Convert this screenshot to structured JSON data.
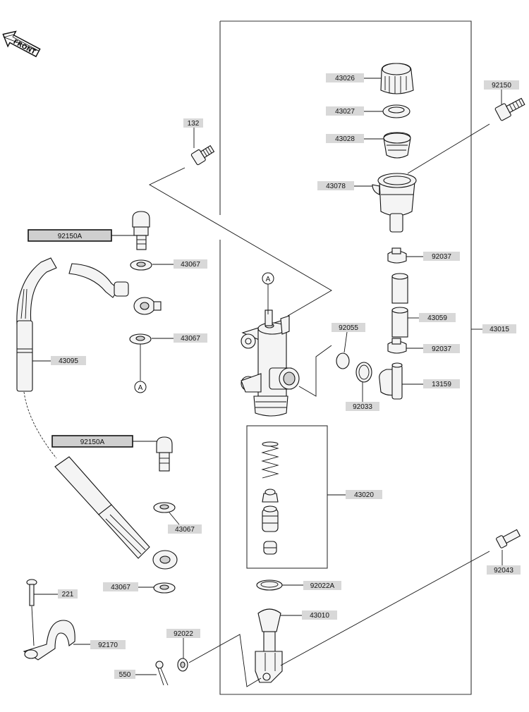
{
  "front_logo": "FRONT",
  "callout_markers": {
    "marker_a_upper": "A",
    "marker_a_lower": "A"
  },
  "labels": {
    "p43026": "43026",
    "p43027": "43027",
    "p43028": "43028",
    "p43078": "43078",
    "p92150": "92150",
    "p132": "132",
    "p92150A_top": "92150A",
    "p43067_a": "43067",
    "p43067_b": "43067",
    "p43095": "43095",
    "p92037_a": "92037",
    "p43059": "43059",
    "p43015": "43015",
    "p92055": "92055",
    "p92037_b": "92037",
    "p13159": "13159",
    "p92033": "92033",
    "p92150A_mid": "92150A",
    "p43020": "43020",
    "p43067_c": "43067",
    "p43067_d": "43067",
    "p221": "221",
    "p92170": "92170",
    "p92022A": "92022A",
    "p43010": "43010",
    "p92043": "92043",
    "p92022": "92022",
    "p550": "550"
  }
}
